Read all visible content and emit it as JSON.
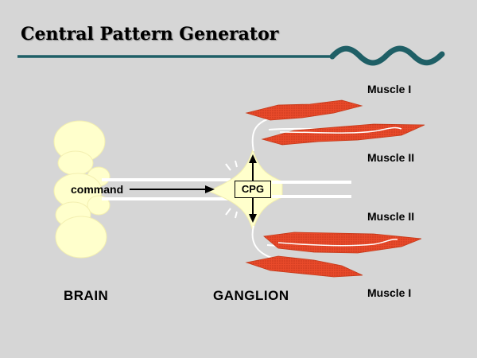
{
  "title": "Central Pattern Generator",
  "labels": {
    "command": "command",
    "cpg": "CPG",
    "brain": "BRAIN",
    "ganglion": "GANGLION",
    "muscle_top_1": "Muscle I",
    "muscle_top_2": "Muscle II",
    "muscle_bottom_2": "Muscle II",
    "muscle_bottom_1": "Muscle I"
  },
  "colors": {
    "background": "#d6d6d6",
    "brain": "#ffffcc",
    "muscle": "#e84a2a",
    "title_rule": "#1f5f66",
    "nerve": "#ffffff"
  }
}
